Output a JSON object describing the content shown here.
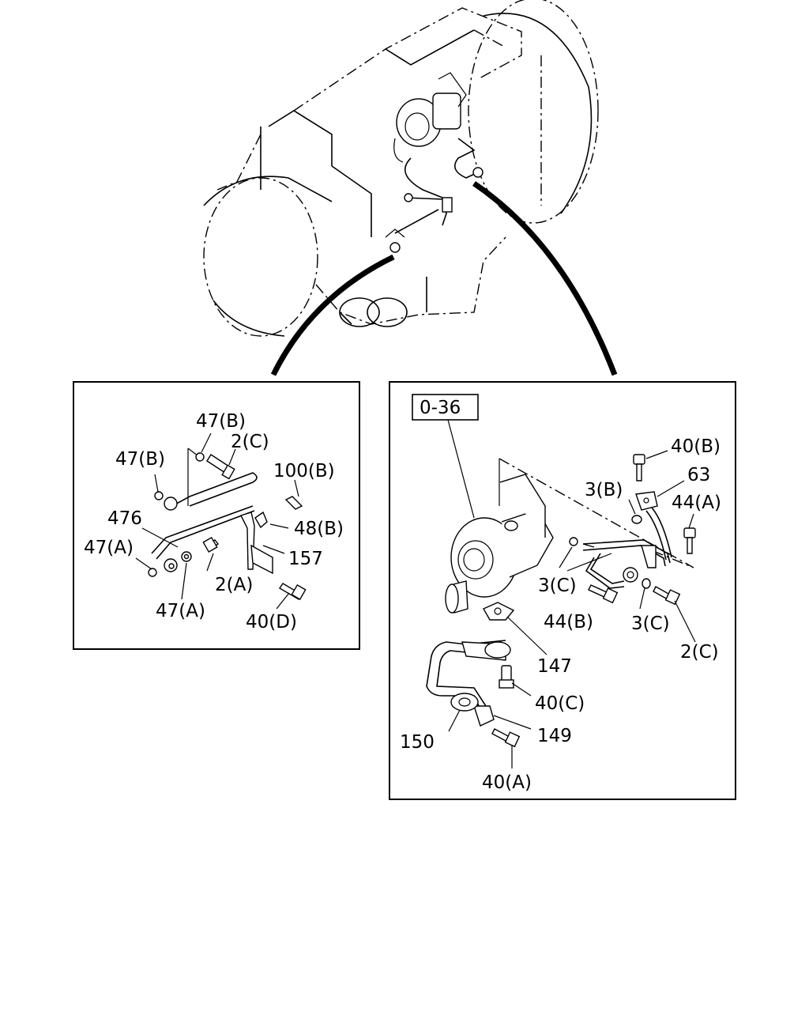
{
  "left_panel": {
    "labels": {
      "p47b_top": "47(B)",
      "p2c": "2(C)",
      "p47b_left": "47(B)",
      "p100b": "100(B)",
      "p476": "476",
      "p48b": "48(B)",
      "p47a_left": "47(A)",
      "p157": "157",
      "p2a": "2(A)",
      "p47a_bottom": "47(A)",
      "p40d": "40(D)"
    }
  },
  "right_panel": {
    "ref_box": "0-36",
    "labels": {
      "p40b": "40(B)",
      "p63": "63",
      "p3b": "3(B)",
      "p44a": "44(A)",
      "p3c_left": "3(C)",
      "p44b": "44(B)",
      "p3c_right": "3(C)",
      "p2c": "2(C)",
      "p147": "147",
      "p40c": "40(C)",
      "p150": "150",
      "p149": "149",
      "p40a": "40(A)"
    }
  }
}
